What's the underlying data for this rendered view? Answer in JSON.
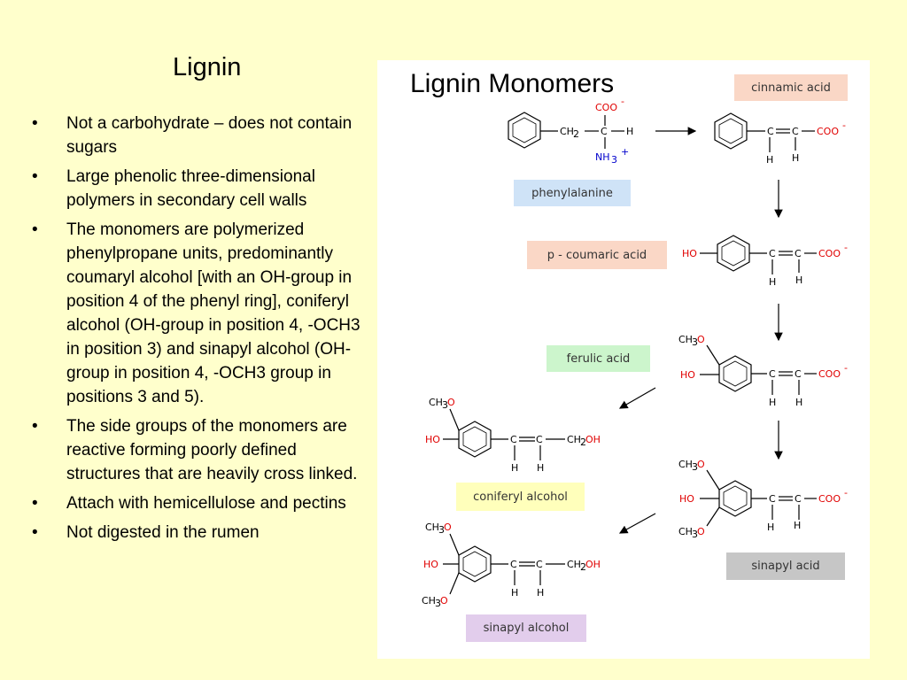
{
  "slide": {
    "title": "Lignin",
    "bullets": [
      "Not  a carbohydrate – does not contain sugars",
      "Large phenolic three-dimensional polymers in secondary cell walls",
      "The monomers are polymerized phenylpropane units, predominantly coumaryl alcohol [with an OH-group in position 4 of the phenyl ring], coniferyl alcohol (OH-group in position 4, -OCH3 in position 3) and sinapyl alcohol (OH-group in position 4, -OCH3 group in positions 3 and 5).",
      "The side groups of the monomers are reactive forming poorly defined structures that are heavily cross linked.",
      "Attach with hemicellulose and pectins",
      "Not digested in the rumen"
    ],
    "bullet_glyph": "•"
  },
  "figure": {
    "title": "Lignin Monomers",
    "labels": {
      "cinnamic": "cinnamic acid",
      "phenylalanine": "phenylalanine",
      "coumaric": "p - coumaric acid",
      "ferulic": "ferulic acid",
      "coniferyl": "coniferyl alcohol",
      "sinapyl_acid": "sinapyl acid",
      "sinapyl_alcohol": "sinapyl alcohol"
    },
    "label_colors": {
      "cinnamic": "#fad7c6",
      "phenylalanine": "#cfe3f7",
      "coumaric": "#fad7c6",
      "ferulic": "#ccf5cc",
      "coniferyl": "#ffffbb",
      "sinapyl_acid": "#c6c6c6",
      "sinapyl_alcohol": "#e2cdec"
    },
    "chem": {
      "ch2": "CH",
      "sub2": "2",
      "c": "C",
      "h": "H",
      "coo": "COO",
      "minus": "-",
      "nh3": "NH",
      "sub3": "3",
      "plus": "+",
      "ho": "HO",
      "o": "O",
      "oh": "OH",
      "ch3": "CH",
      "ch2oh_c": "CH",
      "ch2oh_o": "OH"
    }
  }
}
